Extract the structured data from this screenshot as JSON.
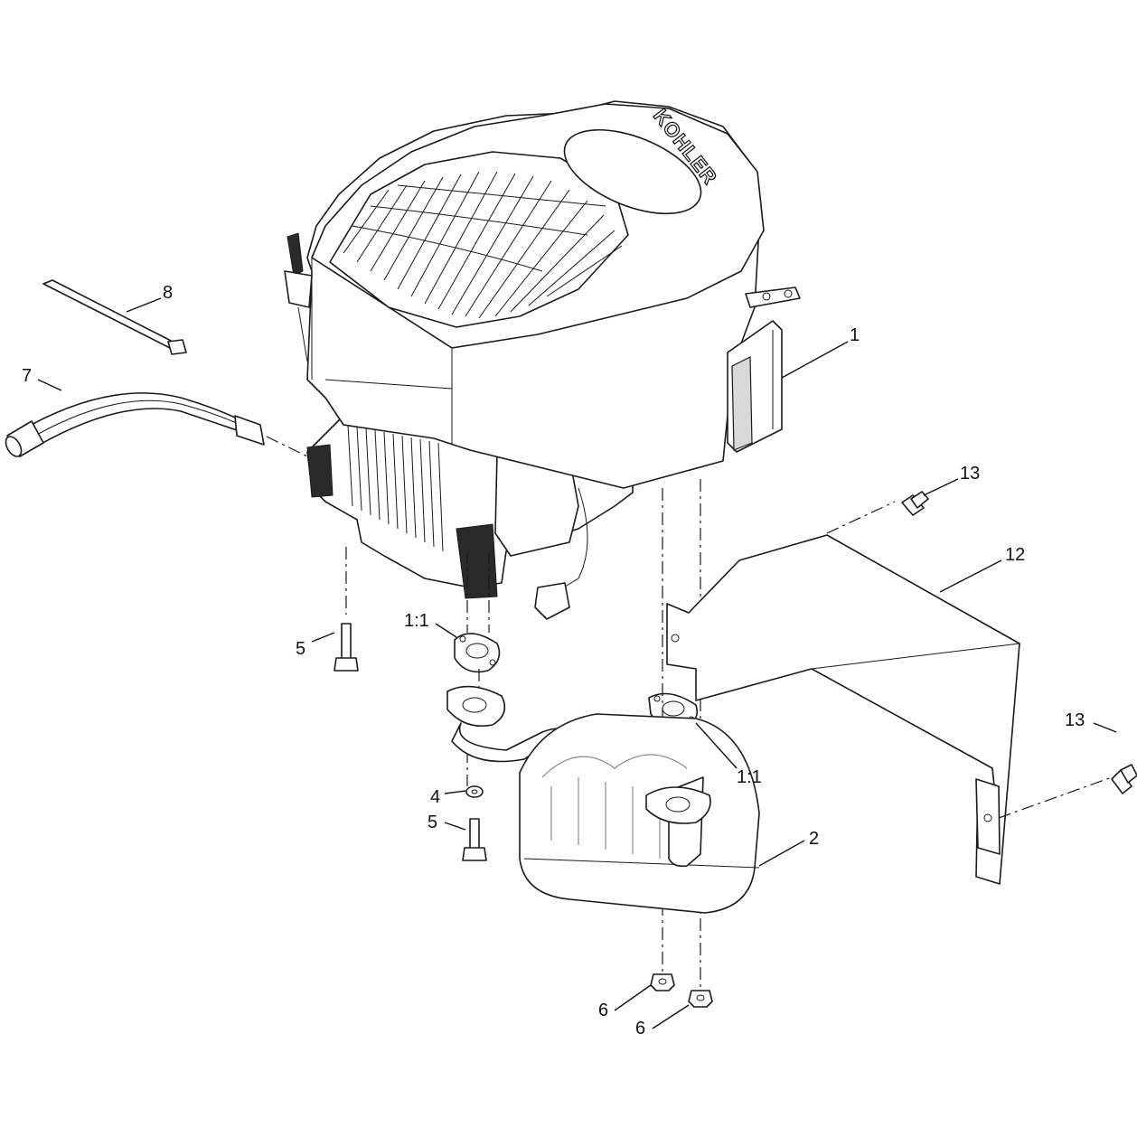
{
  "diagram": {
    "logo_text": "KOHLER",
    "callouts": [
      {
        "id": "1",
        "label": "1"
      },
      {
        "id": "2",
        "label": "2"
      },
      {
        "id": "4",
        "label": "4"
      },
      {
        "id": "5a",
        "label": "5"
      },
      {
        "id": "5b",
        "label": "5"
      },
      {
        "id": "6a",
        "label": "6"
      },
      {
        "id": "6b",
        "label": "6"
      },
      {
        "id": "7",
        "label": "7"
      },
      {
        "id": "8",
        "label": "8"
      },
      {
        "id": "11a",
        "label": "1:1"
      },
      {
        "id": "11b",
        "label": "1:1"
      },
      {
        "id": "12",
        "label": "12"
      },
      {
        "id": "13a",
        "label": "13"
      },
      {
        "id": "13b",
        "label": "13"
      }
    ]
  }
}
